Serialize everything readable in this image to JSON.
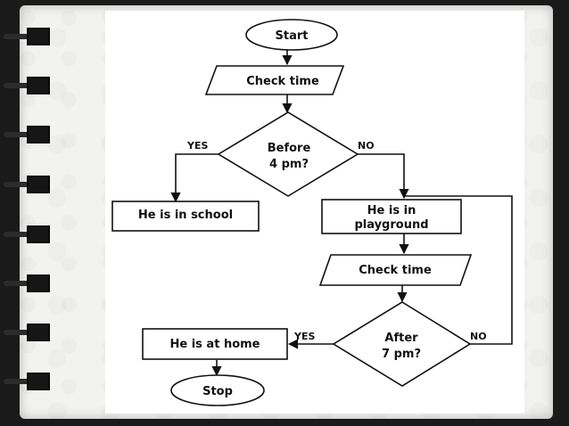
{
  "flowchart": {
    "start": "Start",
    "check_time_1": "Check time",
    "decision_1": [
      "Before",
      "4 pm?"
    ],
    "yes_1": "YES",
    "no_1": "NO",
    "school": "He is in school",
    "playground": [
      "He is in",
      "playground"
    ],
    "check_time_2": "Check time",
    "decision_2": [
      "After",
      "7 pm?"
    ],
    "yes_2": "YES",
    "no_2": "NO",
    "home": "He is at home",
    "stop": "Stop"
  },
  "colors": {
    "frame": "#1a1a1a",
    "paper": "#f2f2f0",
    "line": "#111111"
  }
}
